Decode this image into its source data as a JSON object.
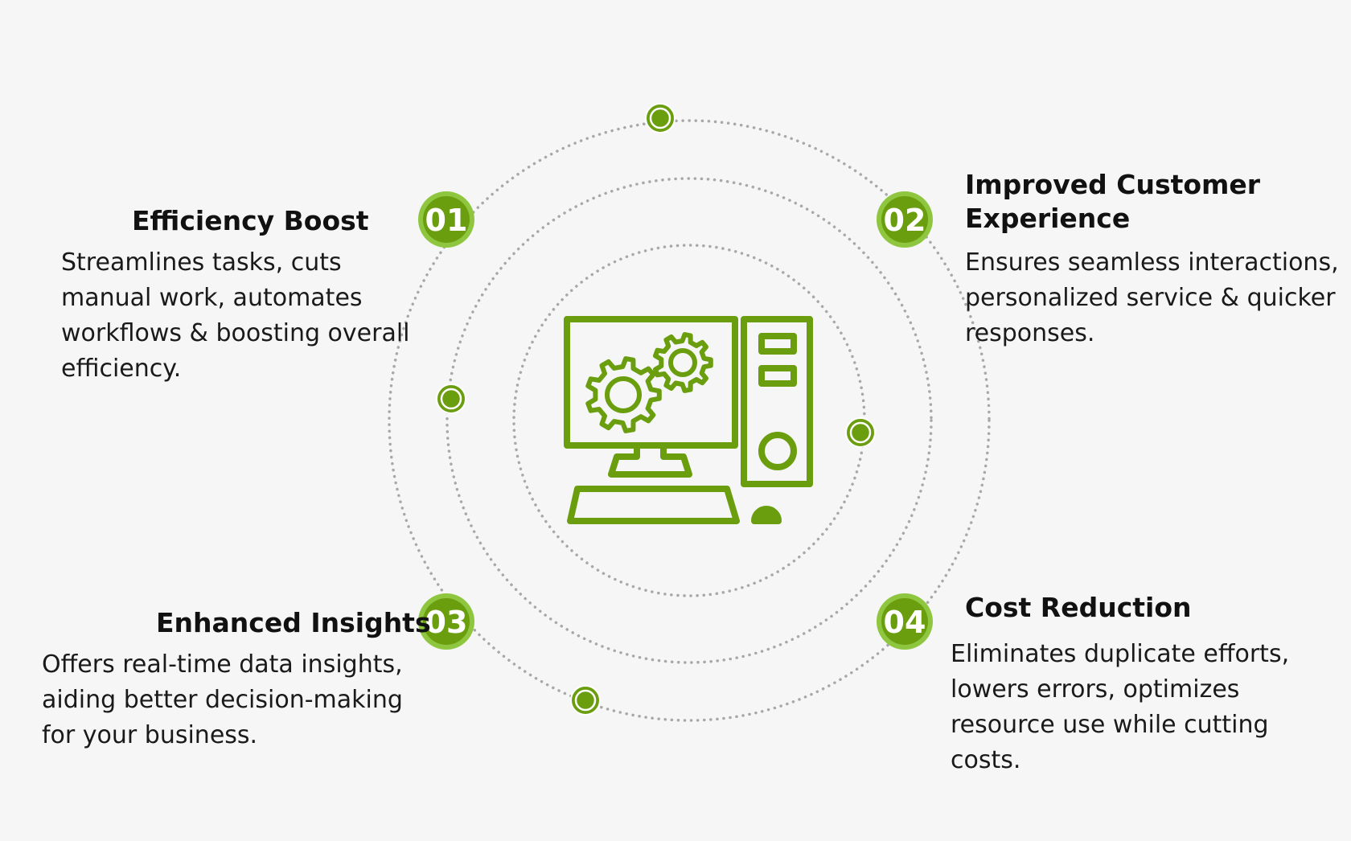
{
  "icon": "computer-with-gears-icon",
  "colors": {
    "accent": "#6a9e0f",
    "accent_light": "#8ec63f",
    "ring": "#a8a8a8",
    "background": "#f6f6f6"
  },
  "items": [
    {
      "number": "01",
      "title": "Efficiency Boost",
      "description": "Streamlines tasks, cuts manual work, automates workflows & boosting overall efficiency."
    },
    {
      "number": "02",
      "title": "Improved Customer Experience",
      "description": "Ensures seamless interactions, personalized service & quicker responses."
    },
    {
      "number": "03",
      "title": "Enhanced Insights",
      "description": "Offers real-time data insights, aiding better decision-making for your business."
    },
    {
      "number": "04",
      "title": "Cost Reduction",
      "description": "Eliminates duplicate efforts, lowers errors, optimizes resource use while cutting costs."
    }
  ]
}
